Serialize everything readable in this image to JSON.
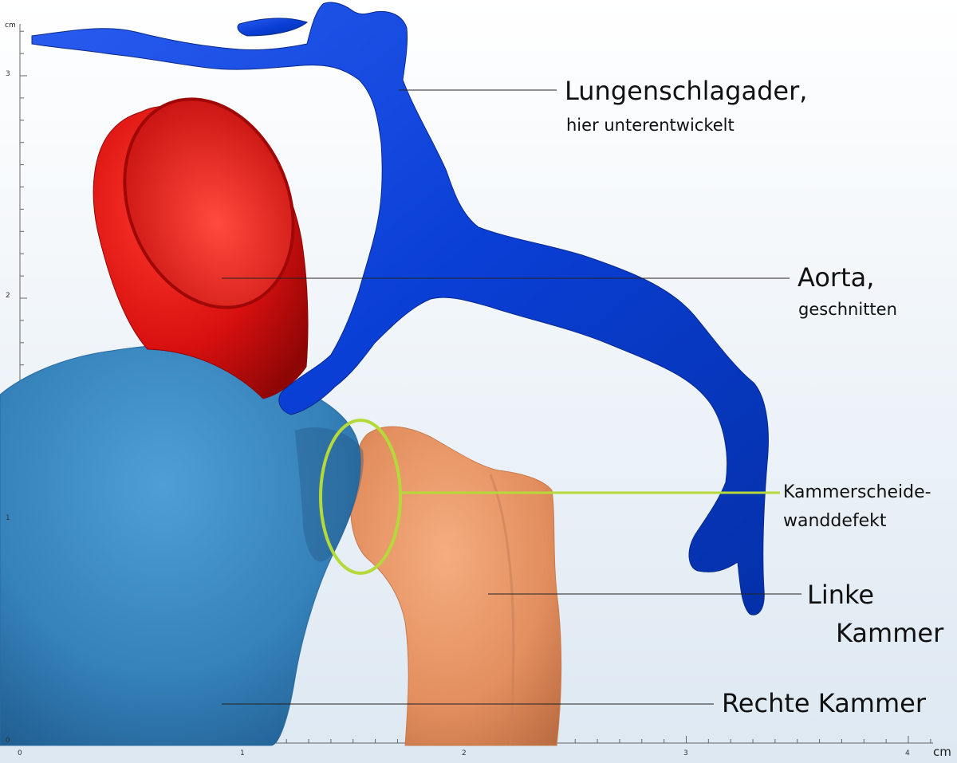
{
  "labels": {
    "pulmonary_artery": {
      "line1": "Lungenschlagader,",
      "line2": "hier unterentwickelt"
    },
    "aorta": {
      "line1": "Aorta,",
      "line2": "geschnitten"
    },
    "vsd": {
      "line1": "Kammerscheide-",
      "line2": "wanddefekt"
    },
    "left_ventricle": {
      "line1": "Linke",
      "line2": "Kammer"
    },
    "right_ventricle": {
      "line1": "Rechte Kammer"
    }
  },
  "axes": {
    "y_unit": "cm",
    "x_unit": "cm",
    "y_ticks": [
      "3",
      "2",
      "1",
      "0"
    ],
    "x_ticks": [
      "0",
      "1",
      "2",
      "3",
      "4"
    ]
  },
  "colors": {
    "background_top": "#ffffff",
    "background_bottom": "#dfe9f3",
    "pulmonary_artery": "#0a3fd6",
    "aorta": "#d8100f",
    "right_ventricle": "#3b8cc6",
    "left_ventricle": "#e99566",
    "vsd_marker": "#b6d93a",
    "leader_line": "#222222"
  }
}
